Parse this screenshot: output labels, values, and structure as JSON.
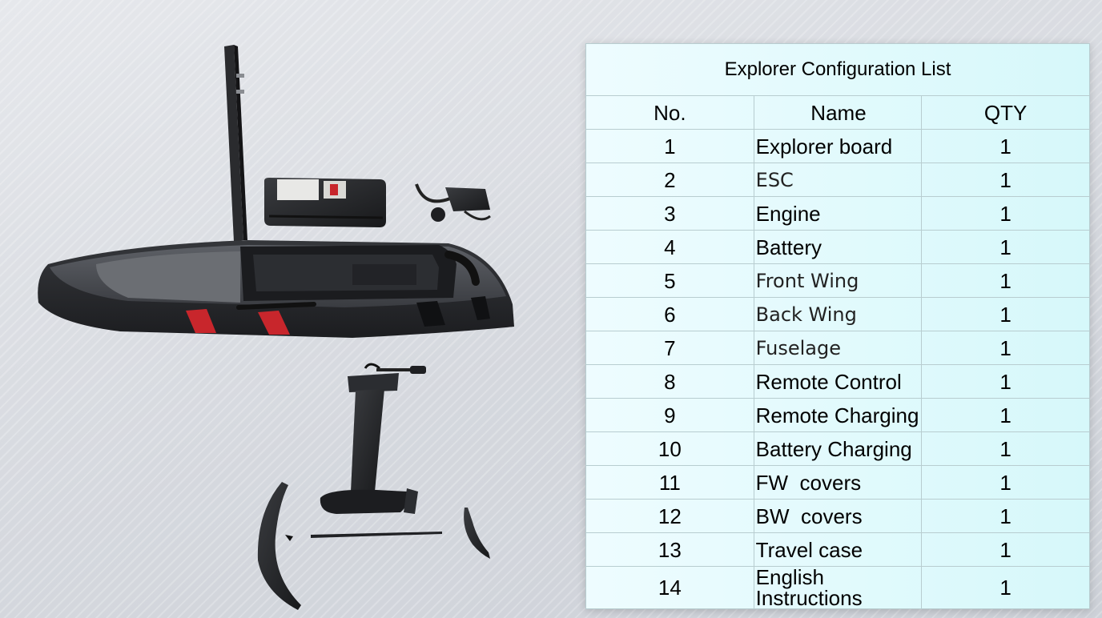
{
  "table": {
    "title": "Explorer Configuration List",
    "headers": {
      "no": "No.",
      "name": "Name",
      "qty": "QTY"
    },
    "rows": [
      {
        "no": "1",
        "name": "Explorer board",
        "qty": "1"
      },
      {
        "no": "2",
        "name": "ESC",
        "qty": "1"
      },
      {
        "no": "3",
        "name": "Engine",
        "qty": "1"
      },
      {
        "no": "4",
        "name": "Battery",
        "qty": "1"
      },
      {
        "no": "5",
        "name": "Front Wing",
        "qty": "1"
      },
      {
        "no": "6",
        "name": "Back Wing",
        "qty": "1"
      },
      {
        "no": "7",
        "name": "Fuselage",
        "qty": "1"
      },
      {
        "no": "8",
        "name": "Remote Control",
        "qty": "1"
      },
      {
        "no": "9",
        "name": "Remote Charging",
        "qty": "1"
      },
      {
        "no": "10",
        "name": "Battery Charging",
        "qty": "1"
      },
      {
        "no": "11",
        "name": "FW  covers",
        "qty": "1"
      },
      {
        "no": "12",
        "name": "BW  covers",
        "qty": "1"
      },
      {
        "no": "13",
        "name": "Travel case",
        "qty": "1"
      },
      {
        "no": "14",
        "name": "English Instructions",
        "qty": "1"
      }
    ]
  },
  "colors": {
    "table_bg": "#e2fafc",
    "board_red": "#c8262c",
    "board_dark": "#2b2d31"
  },
  "icons": [
    "efoil-board-illustration",
    "battery-icon",
    "esc-icon",
    "mast-icon",
    "front-wing-icon",
    "back-wing-icon"
  ]
}
